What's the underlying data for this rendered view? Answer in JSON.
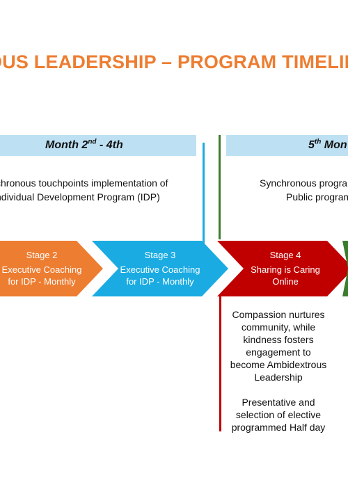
{
  "title": "OUS LEADERSHIP – PROGRAM TIMELIN",
  "months": [
    {
      "label_main": "Month 2",
      "label_sup": "nd",
      "label_rest": " - 4th"
    },
    {
      "label_main": "5",
      "label_sup": "th",
      "label_rest": " Mon"
    }
  ],
  "descriptions": [
    {
      "line1": "chronous touchpoints implementation of",
      "line2": "ndividual Development Program (IDP)"
    },
    {
      "line1": "Synchronous progra",
      "line2": "Public program"
    }
  ],
  "stages": [
    {
      "name": "Stage 2",
      "line1": "Executive Coaching",
      "line2": "for IDP - Monthly",
      "color": "#ED7D31"
    },
    {
      "name": "Stage 3",
      "line1": "Executive Coaching",
      "line2": "for IDP - Monthly",
      "color": "#1AABE2"
    },
    {
      "name": "Stage 4",
      "line1": "Sharing is Caring",
      "line2": "Online",
      "color": "#C00000"
    }
  ],
  "stage4_detail": {
    "para1": [
      "Compassion nurtures",
      "community, while",
      "kindness fosters",
      "engagement to",
      "become Ambidextrous",
      "Leadership"
    ],
    "para2": [
      "Presentative and",
      "selection of elective",
      "programmed Half day"
    ]
  },
  "colors": {
    "title": "#ED7D31",
    "month_bar": "#BDE0F3",
    "blue_line": "#1AABE2",
    "green_line": "#3A7D2C",
    "red_line": "#C00000"
  }
}
